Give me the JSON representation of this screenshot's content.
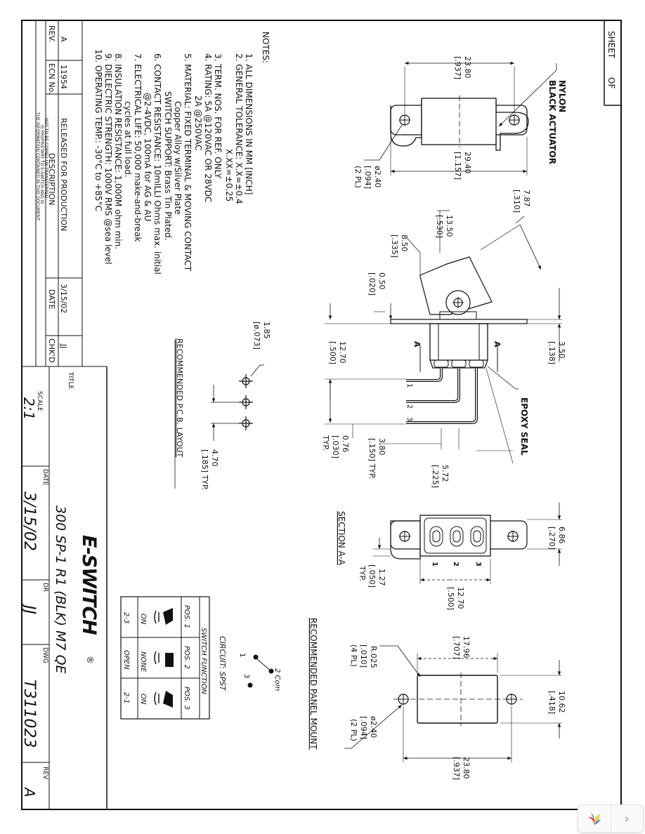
{
  "sheet": {
    "label_sheet": "SHEET",
    "label_of": "OF"
  },
  "notes": {
    "heading": "NOTES:",
    "lines": [
      "1.  ALL DIMENSIONS IN MM [INCH]",
      "2.  GENERAL TOLERANCE: X.X=±0.4",
      "X.XX=±0.25",
      "3.  TERM. NOS. FOR REF. ONLY",
      "4.  RATING: 5A @120VAC OR 28VDC",
      "2A @250VAC",
      "5.  MATERIAL: FIXED TERMINAL & MOVING CONTACT",
      "Copper Alloy w/Silver Plate",
      "SWITCH SUPPORT: Brass Tin Plated.",
      "6.  CONTACT RESISTANCE: 10mILLI Ohms max. initial",
      "@2-4VDC, 100mA for AG & AU",
      "7.  ELECTRICAL LIFE: 50,000 make-and-break",
      "cycles at full load.",
      "8.  INSULATION RESISTANCE: 1,000M ohm min.",
      "9.  DIELECTRIC STRENGTH: 1000V RMS @sea level",
      "10.  OPERATING TEMP.: -30°C to +85°C"
    ]
  },
  "revision_block": {
    "headers": {
      "rev": "REV.",
      "ecn": "ECN No.",
      "description": "DESCRIPTION",
      "date": "DATE",
      "chkd": "CHK'D"
    },
    "row": {
      "rev": "A",
      "ecn": "11954",
      "description": "RELEASED FOR PRODUCTION",
      "date": "3/15/02",
      "chkd": "JJ"
    },
    "proprietary": [
      "THE INFORMATION CONTAINED IN THIS DOCUMENT",
      "IS PROPRIETARY TO E-SWITCH AND IS",
      "NOT TO BE COPIED OR TRANSFERRED"
    ]
  },
  "title_block": {
    "title_label": "TITLE",
    "title": "300 SP-1 R1 (BLK) M7 QE",
    "brand": "E-SWITCH",
    "brand_mark": "®",
    "scale_label": "SCALE",
    "scale": "2:1",
    "date_label": "DATE",
    "date": "3/15/02",
    "dr_label": "DR",
    "dr": "JJ",
    "dwg_label": "DWG",
    "dwg": "T311023",
    "rev_label": "REV",
    "rev": "A"
  },
  "switch_function": {
    "title": "SWITCH FUNCTION",
    "headers": [
      "POS. 1",
      "POS. 2",
      "POS. 3"
    ],
    "row1": [
      "ON",
      "NONE",
      "ON"
    ],
    "row2": [
      "2-3",
      "OPEN",
      "2-1"
    ]
  },
  "circuit": {
    "label": "CIRCUIT: SPST",
    "com": "2 Com",
    "t1": "1",
    "t3": "3"
  },
  "top_view": {
    "callout": [
      "NYLON",
      "BLACK ACTUATOR"
    ],
    "dim_overall": [
      "23.80",
      "[.937]"
    ],
    "dim_body": [
      "29.40",
      "[1.157]"
    ],
    "dim_hole": [
      "ø2.40",
      "[.094]",
      "(2 PL)"
    ]
  },
  "side_view": {
    "dims": {
      "d787": [
        "7.87",
        "[.310]"
      ],
      "d1350": [
        "13.50",
        "[.530]"
      ],
      "d850": [
        "8.50",
        "[.335]"
      ],
      "d050": [
        "0.50",
        "[.020]"
      ],
      "d350": [
        "3.50",
        "[.138]"
      ],
      "d1270": [
        "12.70",
        "[.500]"
      ],
      "d380": [
        "3.80",
        "[.150] TYP."
      ],
      "d572": [
        "5.72",
        "[.225]"
      ],
      "d076": [
        "0.76",
        "[.030]",
        "TYP."
      ]
    },
    "epoxy": "EPOXY SEAL",
    "terminals": [
      "1",
      "2",
      "3"
    ],
    "section_marks": [
      "A",
      "A"
    ]
  },
  "section_view": {
    "label": "SECTION A-A",
    "dims": {
      "d686": [
        "6.86",
        "[.270]"
      ],
      "d127": [
        "1.27",
        "[.050]",
        "TYP."
      ],
      "d1270": [
        "12.70",
        "[.500]"
      ]
    },
    "terminals": [
      "1",
      "2",
      "3"
    ]
  },
  "pcb_layout": {
    "label": "RECOMMENDED P.C.B. LAYOUT",
    "d185": [
      "1.85",
      "[ø.073]"
    ],
    "d470": [
      "4.70",
      "[.185] TYP."
    ]
  },
  "panel_mount": {
    "label": "RECOMMENDED PANEL MOUNT",
    "d1796": [
      "17.96",
      "[.707]"
    ],
    "r025": [
      "R.025",
      "[.010]",
      "(4 PL)"
    ],
    "d1062": [
      "10.62",
      "[.418]"
    ],
    "d240": [
      "ø2.40",
      "[.094]",
      "(2 PL)"
    ],
    "d2380": [
      "23.80",
      "[.937]"
    ]
  },
  "viewer": {
    "next_glyph": "›"
  }
}
